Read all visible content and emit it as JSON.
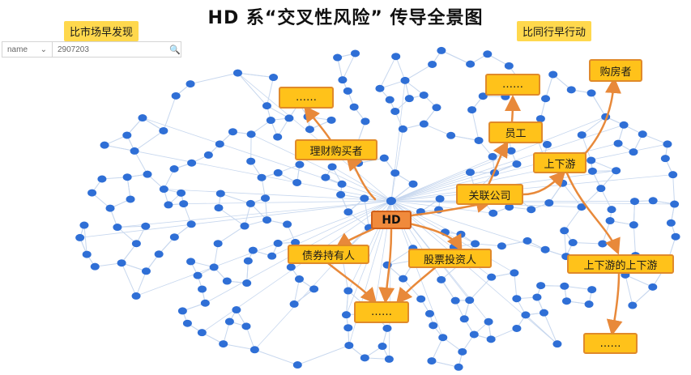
{
  "title": "HD 系“交叉性风险” 传导全景图",
  "left_label": "比市场早发现",
  "right_label": "比同行早行动",
  "search": {
    "field": "name",
    "value": "2907203"
  },
  "center_node": "HD",
  "nodes": {
    "licai": "理财购买者",
    "dots_tl": "……",
    "guanlian": "关联公司",
    "yuangong": "员工",
    "dots_tr": "……",
    "shangxia": "上下游",
    "goufang": "购房者",
    "zhaiquan": "债券持有人",
    "gupiao": "股票投资人",
    "dots_bottom": "……",
    "shangxia2": "上下游的上下游",
    "dots_br": "……"
  },
  "colors": {
    "node_fill": "#ffc21a",
    "node_border": "#e08a2a",
    "center_fill": "#f08a3c",
    "arrow": "#e8893a",
    "dot": "#2f6fd6",
    "link": "#c7d7ee"
  }
}
